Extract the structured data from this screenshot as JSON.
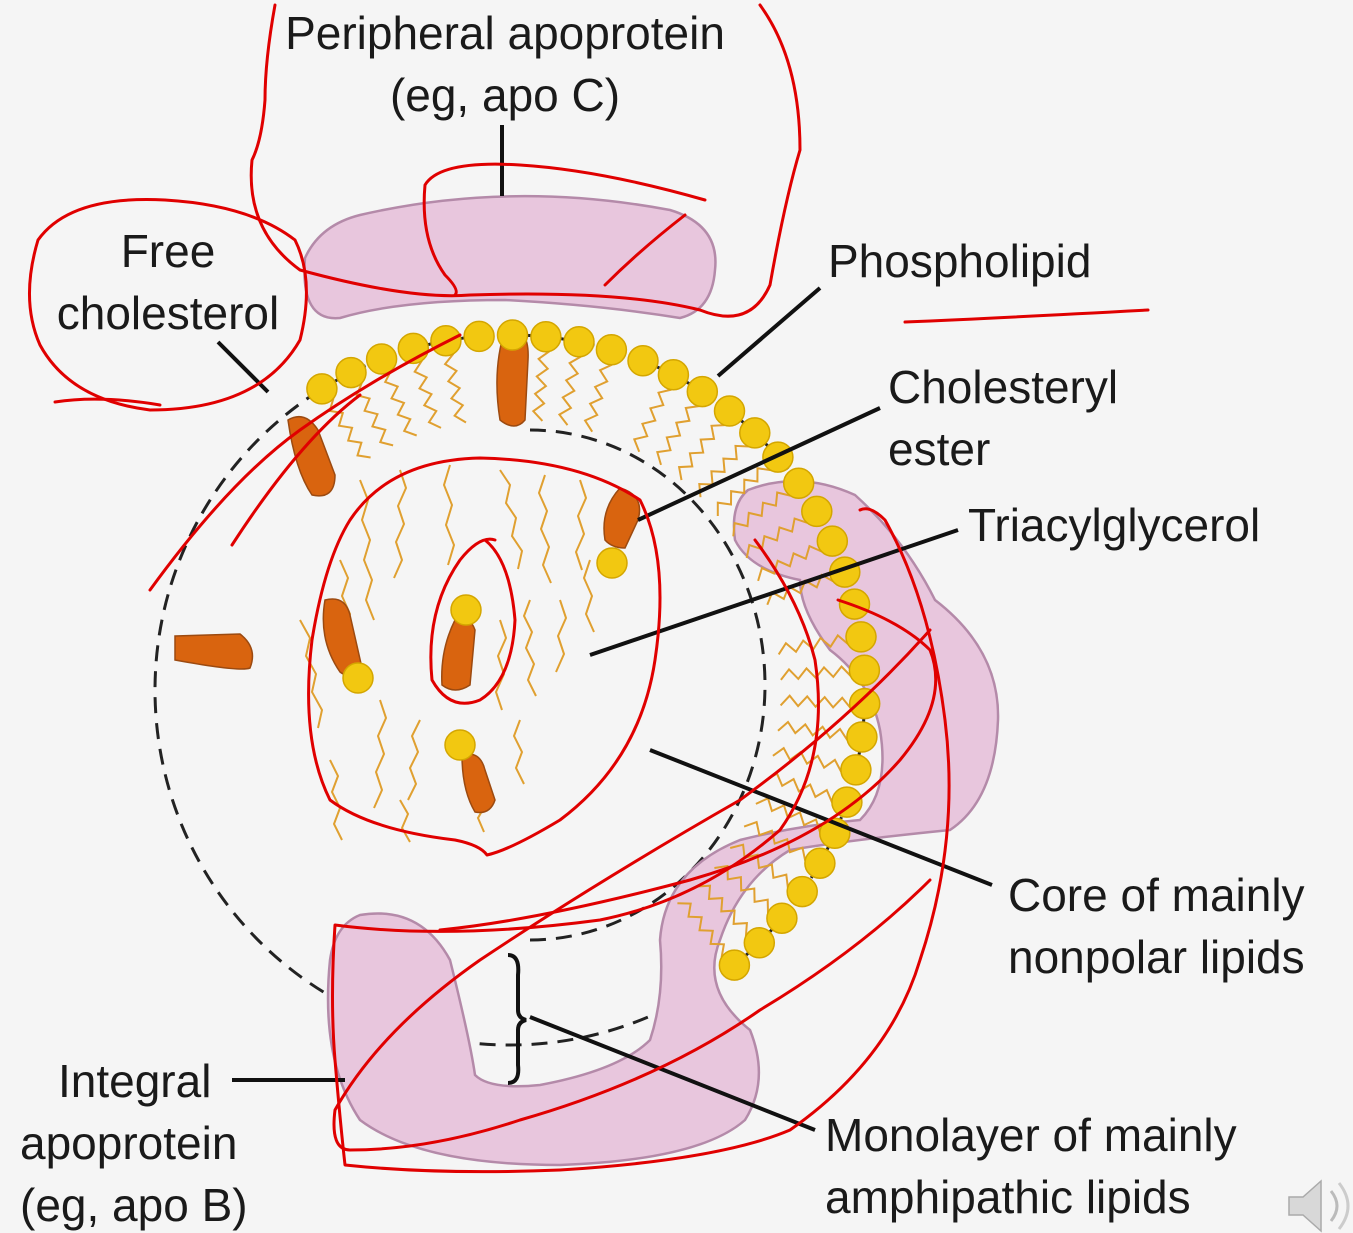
{
  "labels": {
    "peripheral": [
      "Peripheral apoprotein",
      "(eg, apo C)"
    ],
    "free_cholesterol": [
      "Free",
      "cholesterol"
    ],
    "phospholipid": [
      "Phospholipid"
    ],
    "cholesteryl_ester": [
      "Cholesteryl",
      "ester"
    ],
    "triacylglycerol": [
      "Triacylglycerol"
    ],
    "core": [
      "Core of mainly",
      "nonpolar lipids"
    ],
    "monolayer": [
      "Monolayer of mainly",
      "amphipathic lipids"
    ],
    "integral": [
      "Integral",
      "apoprotein",
      "(eg, apo B)"
    ]
  },
  "colors": {
    "background": "#f5f5f5",
    "apoprotein_fill": "#e8c6dd",
    "apoprotein_stroke": "#b48aa9",
    "phospholipid_head": "#f2c811",
    "fatty_chain": "#e0a030",
    "cholesterol_fill": "#d9640f",
    "annotation": "#e00000",
    "leader_line": "#111111"
  },
  "icons": {
    "audio": "speaker-icon"
  }
}
